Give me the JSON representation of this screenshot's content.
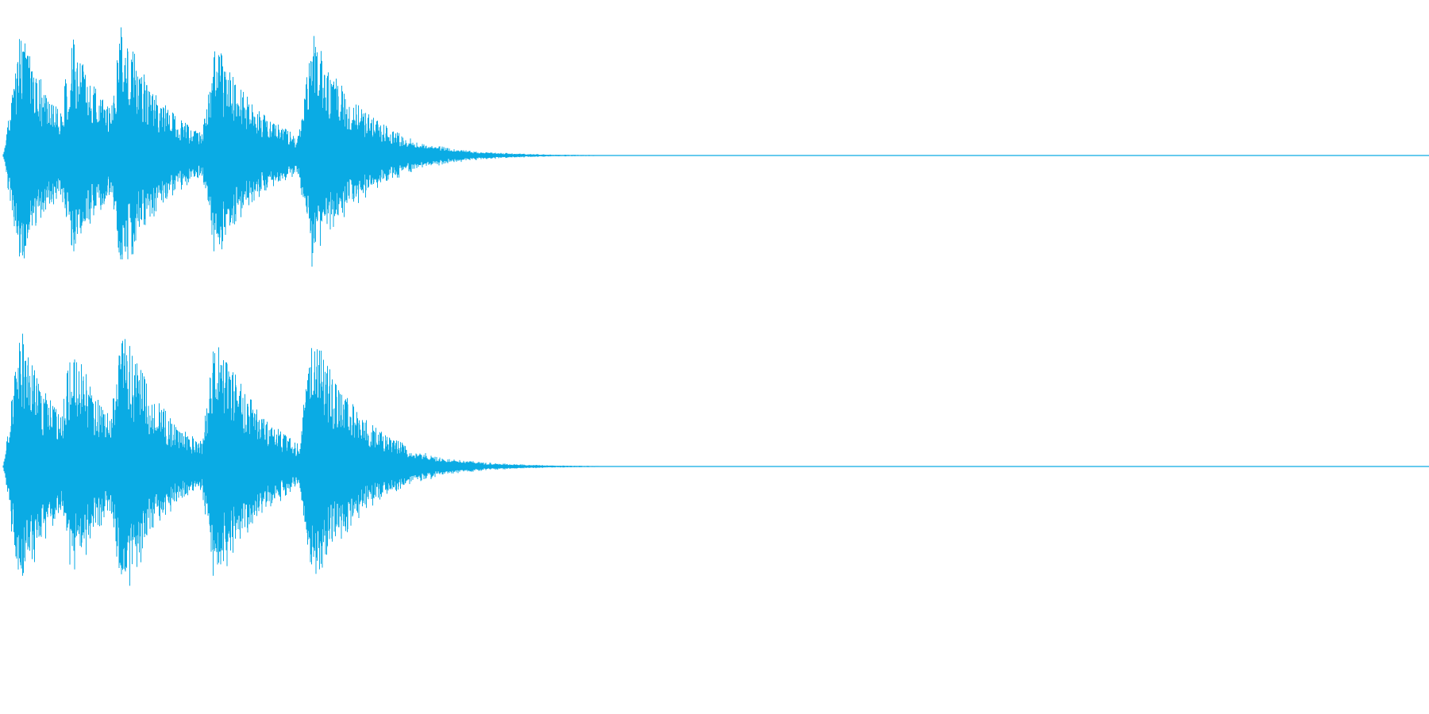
{
  "waveform": {
    "color": "#0aabe4",
    "background": "#ffffff",
    "channels": [
      {
        "name": "",
        "bursts": [
          {
            "start": 0.0,
            "peak": 0.95,
            "decay": 0.62
          },
          {
            "start": 0.036,
            "peak": 0.92,
            "decay": 0.6
          },
          {
            "start": 0.071,
            "peak": 1.0,
            "decay": 0.78
          },
          {
            "start": 0.137,
            "peak": 0.86,
            "decay": 0.86
          },
          {
            "start": 0.205,
            "peak": 0.91,
            "decay": 1.0
          }
        ],
        "tail_end": 0.54
      },
      {
        "name": "",
        "bursts": [
          {
            "start": 0.0,
            "peak": 0.95,
            "decay": 0.62
          },
          {
            "start": 0.036,
            "peak": 0.9,
            "decay": 0.6
          },
          {
            "start": 0.071,
            "peak": 1.0,
            "decay": 0.78
          },
          {
            "start": 0.137,
            "peak": 0.95,
            "decay": 0.86
          },
          {
            "start": 0.205,
            "peak": 0.92,
            "decay": 1.0
          }
        ],
        "tail_end": 0.55
      }
    ]
  }
}
